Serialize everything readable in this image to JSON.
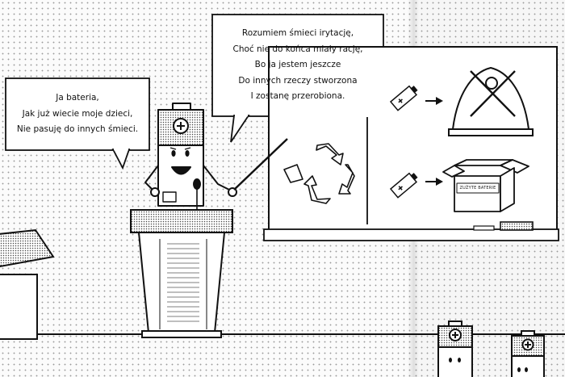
{
  "bubbles": {
    "left": {
      "lines": [
        "Ja bateria,",
        "Jak już wiecie moje dzieci,",
        "Nie pasuję do innych śmieci."
      ]
    },
    "right": {
      "lines": [
        "Rozumiem śmieci irytację,",
        "Choć nie do końca miały rację,",
        "Bo ja jestem jeszcze",
        "Do innych rzeczy stworzona",
        "I zostanę przerobiona."
      ]
    }
  },
  "whiteboard": {
    "box_label": "ZUŻYTE BATERIE",
    "icons": [
      "recycle-icon",
      "crossed-bin-icon",
      "battery-box-icon",
      "arrow-right-icon"
    ]
  },
  "colors": {
    "ink": "#111111",
    "paper": "#fbfbfb",
    "dots": "#9a9a9a"
  }
}
